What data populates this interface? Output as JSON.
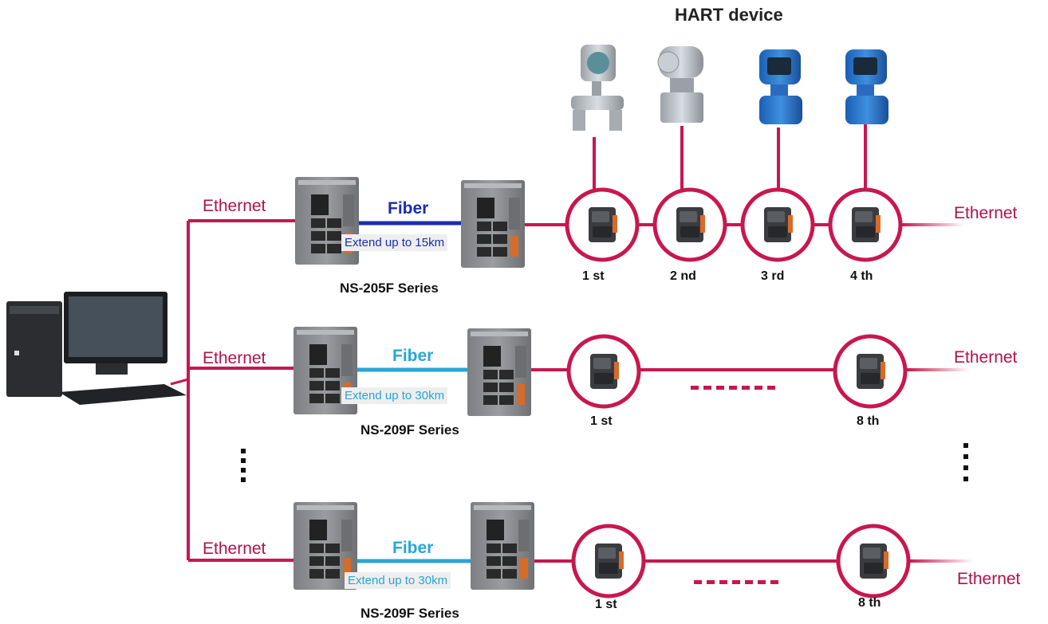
{
  "title": "HART device",
  "rows": [
    {
      "left_link": "Ethernet",
      "right_link": "Ethernet",
      "fiber_label": "Fiber",
      "fiber_color": "#1a2fa8",
      "extend_label": "Extend up to 15km",
      "extend_color": "#1a2fa8",
      "series_label": "NS-205F Series",
      "nodes": [
        "1 st",
        "2 nd",
        "3 rd",
        "4 th"
      ]
    },
    {
      "left_link": "Ethernet",
      "right_link": "Ethernet",
      "fiber_label": "Fiber",
      "fiber_color": "#2aa5d6",
      "extend_label": "Extend up to 30km",
      "extend_color": "#2aa5d6",
      "series_label": "NS-209F Series",
      "nodes": [
        "1 st",
        "8 th"
      ]
    },
    {
      "left_link": "Ethernet",
      "right_link": "Ethernet",
      "fiber_label": "Fiber",
      "fiber_color": "#2aa5d6",
      "extend_label": "Extend up to 30km",
      "extend_color": "#2aa5d6",
      "series_label": "NS-209F Series",
      "nodes": [
        "1 st",
        "8 th"
      ]
    }
  ],
  "colors": {
    "link": "#c8174f",
    "ethernet_text": "#b0124a"
  },
  "icons": [
    "desktop-computer-icon",
    "ethernet-switch-icon",
    "hart-converter-icon",
    "pressure-transmitter-icon",
    "flow-meter-icon"
  ]
}
